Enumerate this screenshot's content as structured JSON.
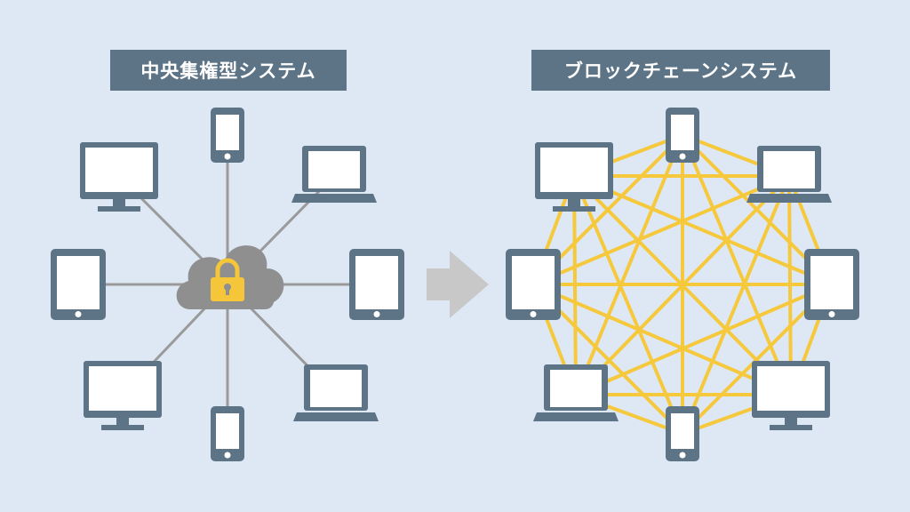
{
  "left_panel": {
    "title": "中央集権型システム",
    "hub_icons": [
      "cloud-icon",
      "lock-icon"
    ],
    "devices": [
      "smartphone",
      "laptop",
      "tablet",
      "laptop",
      "smartphone",
      "desktop-monitor",
      "tablet",
      "desktop-monitor"
    ]
  },
  "arrow": {
    "icon": "right-arrow-icon"
  },
  "right_panel": {
    "title": "ブロックチェーンシステム",
    "devices": [
      "smartphone",
      "laptop",
      "tablet",
      "desktop-monitor",
      "smartphone",
      "laptop",
      "tablet",
      "desktop-monitor"
    ]
  },
  "colors": {
    "background": "#dde8f4",
    "device": "#5d7486",
    "screen": "#ffffff",
    "spoke": "#9a9a9a",
    "cloud": "#8f8f8f",
    "lock": "#f5c63a",
    "mesh": "#f6c83c",
    "arrow": "#c8c8c8"
  }
}
